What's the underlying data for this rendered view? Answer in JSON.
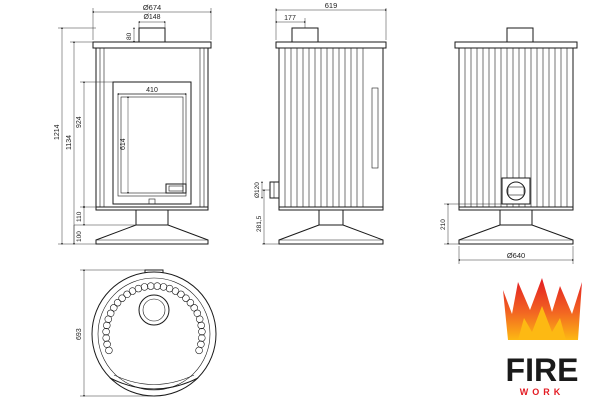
{
  "dims": {
    "top_width": "Ø674",
    "flue_diameter": "Ø148",
    "flue_offset": "80",
    "glass_width": "410",
    "glass_height": "614",
    "total_height": "1214",
    "height_1134": "1134",
    "height_924": "924",
    "height_110": "110",
    "height_100": "100",
    "side_depth": "619",
    "side_flue_offset": "177",
    "air_inlet_diameter": "Ø120",
    "air_inlet_height": "281,5",
    "rear_inlet_height": "210",
    "base_diameter": "Ø640",
    "plan_depth": "693"
  },
  "logo": {
    "line1": "FIRE",
    "line2": "WORK",
    "colors": {
      "flame_outer": "#e31b23",
      "flame_mid": "#f26522",
      "flame_inner": "#fdb913",
      "text_top": "#1a1a1a",
      "text_bottom": "#e31b23"
    }
  }
}
